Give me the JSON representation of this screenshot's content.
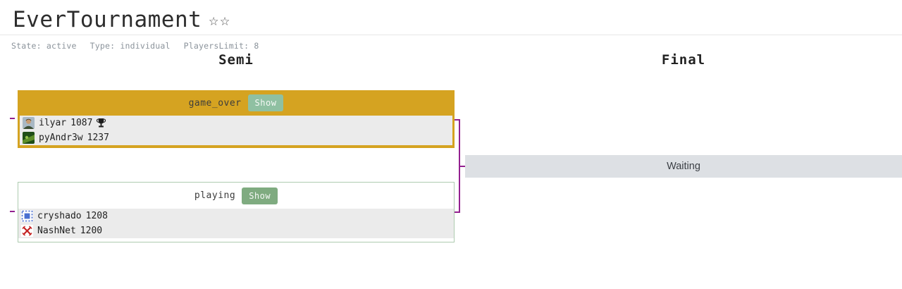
{
  "app": {
    "title": "EverTournament",
    "stars": "☆☆",
    "meta": [
      "State: active",
      "Type: individual",
      "PlayersLimit: 8"
    ]
  },
  "columns": [
    {
      "label": "Semi"
    },
    {
      "label": "Final"
    }
  ],
  "matches": [
    {
      "status": "game_over",
      "show_label": "Show",
      "players": [
        {
          "name": "ilyar",
          "rating": "1087",
          "winner": true,
          "avatar": "photo-person-avatar"
        },
        {
          "name": "pyAndr3w",
          "rating": "1237",
          "winner": false,
          "avatar": "green-character-avatar"
        }
      ]
    },
    {
      "status": "playing",
      "show_label": "Show",
      "players": [
        {
          "name": "cryshado",
          "rating": "1208",
          "winner": false,
          "avatar": "blue-pixel-square-avatar"
        },
        {
          "name": "NashNet",
          "rating": "1200",
          "winner": false,
          "avatar": "red-cross-avatar"
        }
      ]
    }
  ],
  "final": {
    "placeholder": "Waiting"
  },
  "colors": {
    "gold": "#d5a321",
    "show-btn-1": "#8fc0a2",
    "show-btn-2": "#7fab80",
    "card2-border": "#aecbb0",
    "player-row-bg": "#ebebeb",
    "connector": "#93208f",
    "waiting-bg": "#dde0e4"
  }
}
